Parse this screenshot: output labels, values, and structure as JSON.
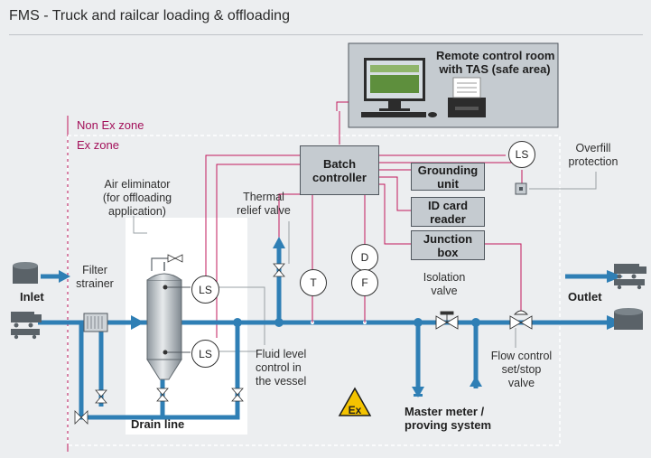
{
  "title": "FMS - Truck and railcar loading & offloading",
  "zones": {
    "non_ex": "Non Ex zone",
    "ex": "Ex zone"
  },
  "control_room": {
    "line1": "Remote control room",
    "line2": "with TAS (safe area)"
  },
  "batch_controller": {
    "line1": "Batch",
    "line2": "controller"
  },
  "grounding_unit": {
    "line1": "Grounding",
    "line2": "unit"
  },
  "id_card_reader": {
    "line1": "ID card",
    "line2": "reader"
  },
  "junction_box": {
    "line1": "Junction",
    "line2": "box"
  },
  "overfill": {
    "line1": "Overfill",
    "line2": "protection"
  },
  "air_eliminator": {
    "line1": "Air eliminator",
    "line2": "(for offloading",
    "line3": "application)"
  },
  "thermal_relief": {
    "line1": "Thermal",
    "line2": "relief valve"
  },
  "filter_strainer": {
    "line1": "Filter",
    "line2": "strainer"
  },
  "inlet": "Inlet",
  "outlet": "Outlet",
  "isolation_valve": {
    "line1": "Isolation",
    "line2": "valve"
  },
  "fluid_level": {
    "line1": "Fluid level",
    "line2": "control in",
    "line3": "the vessel"
  },
  "flow_control": {
    "line1": "Flow control",
    "line2": "set/stop",
    "line3": "valve"
  },
  "drain_line": "Drain line",
  "master_meter": {
    "line1": "Master meter /",
    "line2": "proving system"
  },
  "ex_symbol": "Ex",
  "instruments": {
    "ls": "LS",
    "t": "T",
    "d": "D",
    "f": "F"
  },
  "colors": {
    "pipe": "#2f7fb5",
    "signal": "#c2185b",
    "box": "#c5cbd0",
    "background": "#eceef0"
  }
}
